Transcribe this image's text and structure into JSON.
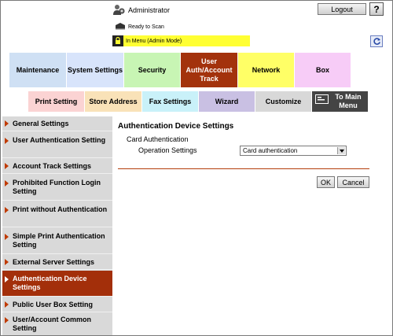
{
  "header": {
    "user": "Administrator",
    "logout_label": "Logout",
    "help_label": "?",
    "status": "Ready to Scan",
    "mode": "In Menu (Admin Mode)"
  },
  "top_tabs": [
    {
      "label": "Maintenance",
      "color": "#cfe0f4"
    },
    {
      "label": "System Settings",
      "color": "#d8e4fb"
    },
    {
      "label": "Security",
      "color": "#c8f5b4"
    },
    {
      "label": "User Auth/Account Track",
      "color": "#a3320c"
    },
    {
      "label": "Network",
      "color": "#ffff66"
    },
    {
      "label": "Box",
      "color": "#f7ccf7"
    }
  ],
  "sub_tabs": [
    {
      "label": "Print Setting",
      "color": "#fbd3d3"
    },
    {
      "label": "Store Address",
      "color": "#f9e2b8"
    },
    {
      "label": "Fax Settings",
      "color": "#c9f1f9"
    },
    {
      "label": "Wizard",
      "color": "#c9c0e3"
    },
    {
      "label": "Customize",
      "color": "#d8d8d8"
    },
    {
      "label": "To Main Menu",
      "color": "#444444"
    }
  ],
  "sidebar": {
    "items": [
      {
        "label": "General Settings"
      },
      {
        "label": "User Authentication Setting"
      },
      {
        "label": "Account Track Settings"
      },
      {
        "label": "Prohibited Function Login Setting"
      },
      {
        "label": "Print without Authentication"
      },
      {
        "label": "Simple Print Authentication Setting"
      },
      {
        "label": "External Server Settings"
      },
      {
        "label": "Authentication Device Settings"
      },
      {
        "label": "Public User Box Setting"
      },
      {
        "label": "User/Account Common Setting"
      }
    ],
    "active_index": 7
  },
  "main": {
    "title": "Authentication Device Settings",
    "section": "Card Authentication",
    "operation_label": "Operation Settings",
    "operation_value": "Card authentication",
    "ok_label": "OK",
    "cancel_label": "Cancel"
  },
  "colors": {
    "accent": "#a32f0a",
    "mode_bar": "#ffff33"
  }
}
